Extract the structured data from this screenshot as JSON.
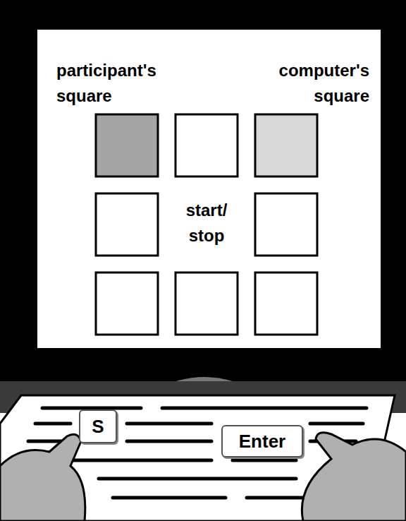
{
  "diagram": {
    "nodes": [
      {
        "text": [
          "S"
        ]
      },
      {
        "text": [
          "Enter"
        ]
      }
    ],
    "labels": [
      "participant's square",
      "computer's square",
      "start/ stop"
    ]
  }
}
